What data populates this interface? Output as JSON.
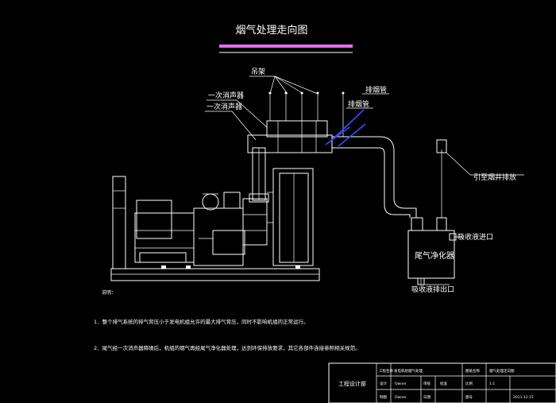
{
  "title": "烟气处理走向图",
  "colors": {
    "background": "#000000",
    "line": "#ffffff",
    "title_bar": "#e86cf2",
    "pipe_highlight": "#3a4cff"
  },
  "labels": {
    "hanger": "吊架",
    "muffler_1": "一次消声器",
    "muffler_2": "一次消声器",
    "exhaust_pipe_1": "排烟管",
    "exhaust_pipe_2": "排烟管",
    "to_shaft": "引至烟井排放",
    "absorbent_in": "吸收液进口",
    "purifier": "尾气净化器",
    "absorbent_out": "吸收液排出口"
  },
  "notes": {
    "heading": "说明：",
    "item1": "1．整个排气系统的排气背压小于发电机组允许的最大排气背压，同时不影响机组的正常运行。",
    "item2": "2．尾气经一次消声器降噪后，机组的烟气再经尾气净化器处理，达到环保排放要求，其它各部件连接参照相关规范。"
  },
  "title_block": {
    "company": "工程设计部",
    "row1": [
      "工程名称",
      "发电机组烟气处理",
      "图纸名称",
      "烟气处理走向图"
    ],
    "row2": [
      "设计",
      "Owner",
      "审核",
      "批准",
      "比例",
      "1:1"
    ],
    "row3": [
      "制图",
      "Owner",
      "日期",
      "",
      "图号",
      "2011.12.15"
    ]
  }
}
